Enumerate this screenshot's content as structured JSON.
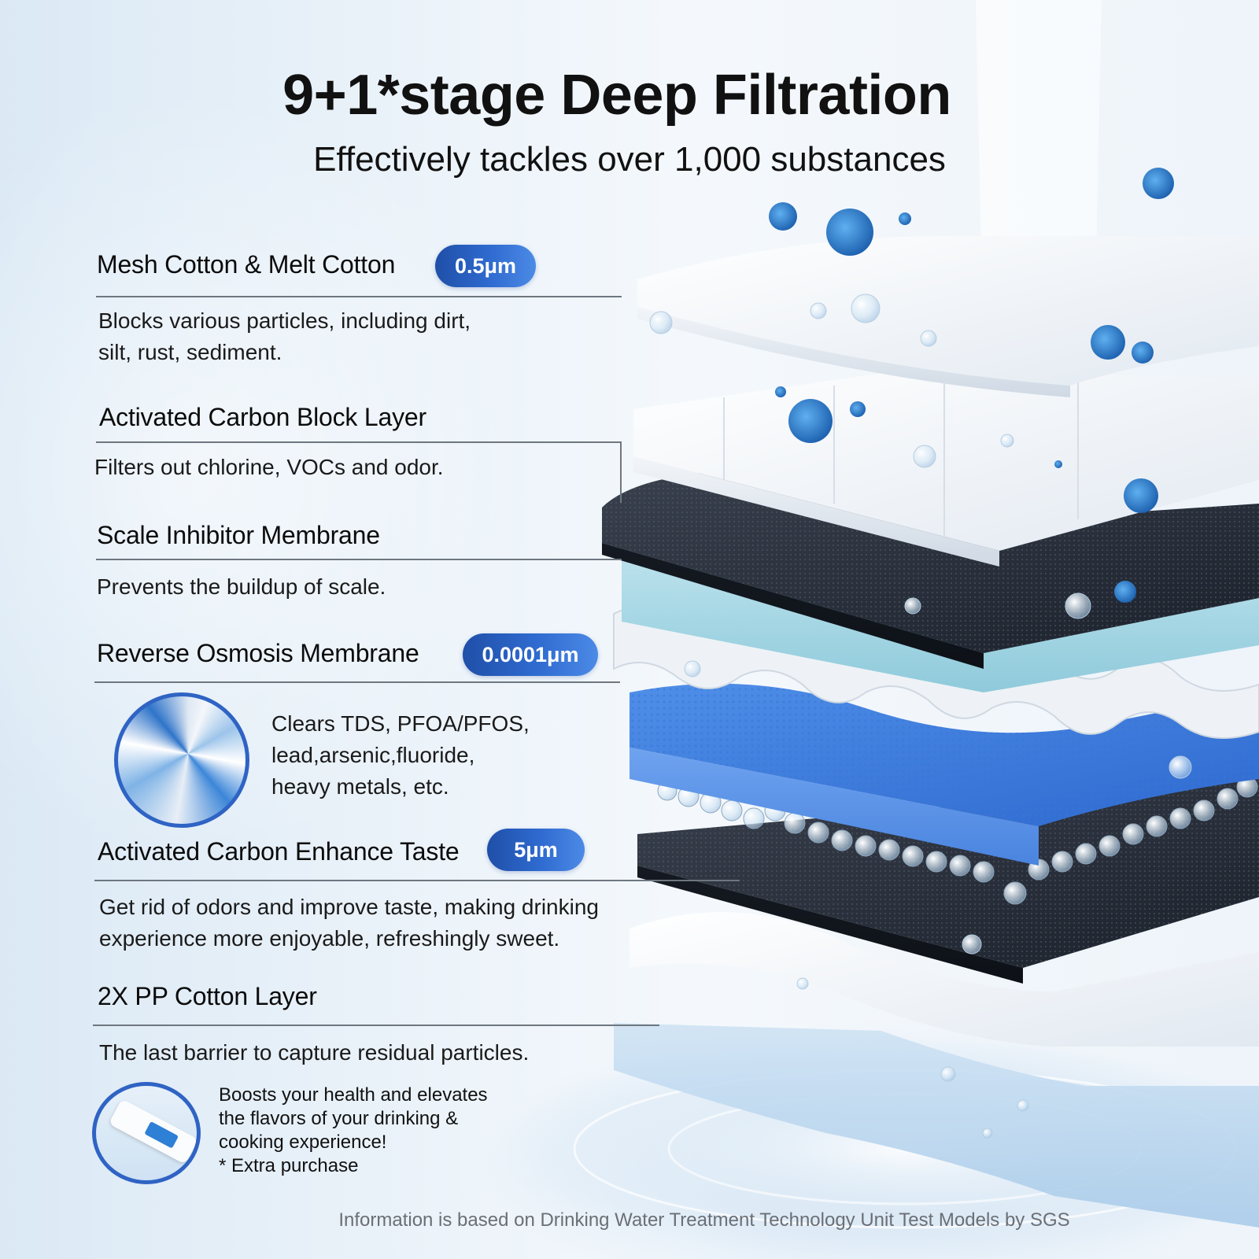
{
  "header": {
    "title": "9+1*stage Deep Filtration",
    "subtitle": "Effectively tackles over 1,000 substances"
  },
  "stages": [
    {
      "heading": "Mesh Cotton & Melt Cotton",
      "badge": "0.5μm",
      "description": [
        "Blocks various particles, including dirt,",
        "silt, rust, sediment."
      ]
    },
    {
      "heading": "Activated Carbon Block Layer",
      "badge": null,
      "description": [
        "Filters out chlorine, VOCs and odor."
      ]
    },
    {
      "heading": "Scale Inhibitor Membrane",
      "badge": null,
      "description": [
        "Prevents the buildup of scale."
      ]
    },
    {
      "heading": "Reverse Osmosis Membrane",
      "badge": "0.0001μm",
      "description": [
        "Clears TDS, PFOA/PFOS,",
        "lead,arsenic,fluoride,",
        "heavy metals, etc."
      ],
      "image": "ro-membrane-swirl-image"
    },
    {
      "heading": "Activated Carbon Enhance Taste",
      "badge": "5μm",
      "description": [
        "Get rid of odors and improve taste, making drinking",
        "experience more enjoyable, refreshingly sweet."
      ]
    },
    {
      "heading": "2X PP Cotton Layer",
      "badge": null,
      "description": [
        "The last barrier to capture residual particles."
      ]
    }
  ],
  "extra": {
    "lines": [
      "Boosts your health and elevates",
      "the flavors of your drinking &",
      "cooking experience!",
      "* Extra purchase"
    ],
    "image": "filter-cartridge-image"
  },
  "footer": {
    "note": "Information is based on Drinking Water Treatment Technology Unit Test Models by SGS"
  },
  "colors": {
    "badge_start": "#1f4fa8",
    "badge_end": "#4c8ae6",
    "rule": "#6e7780",
    "footer_text": "#6b6f75",
    "carbon_layer": "#1c2230",
    "ro_layer": "#3d7fe0",
    "scale_layer": "#a9dbe8"
  }
}
